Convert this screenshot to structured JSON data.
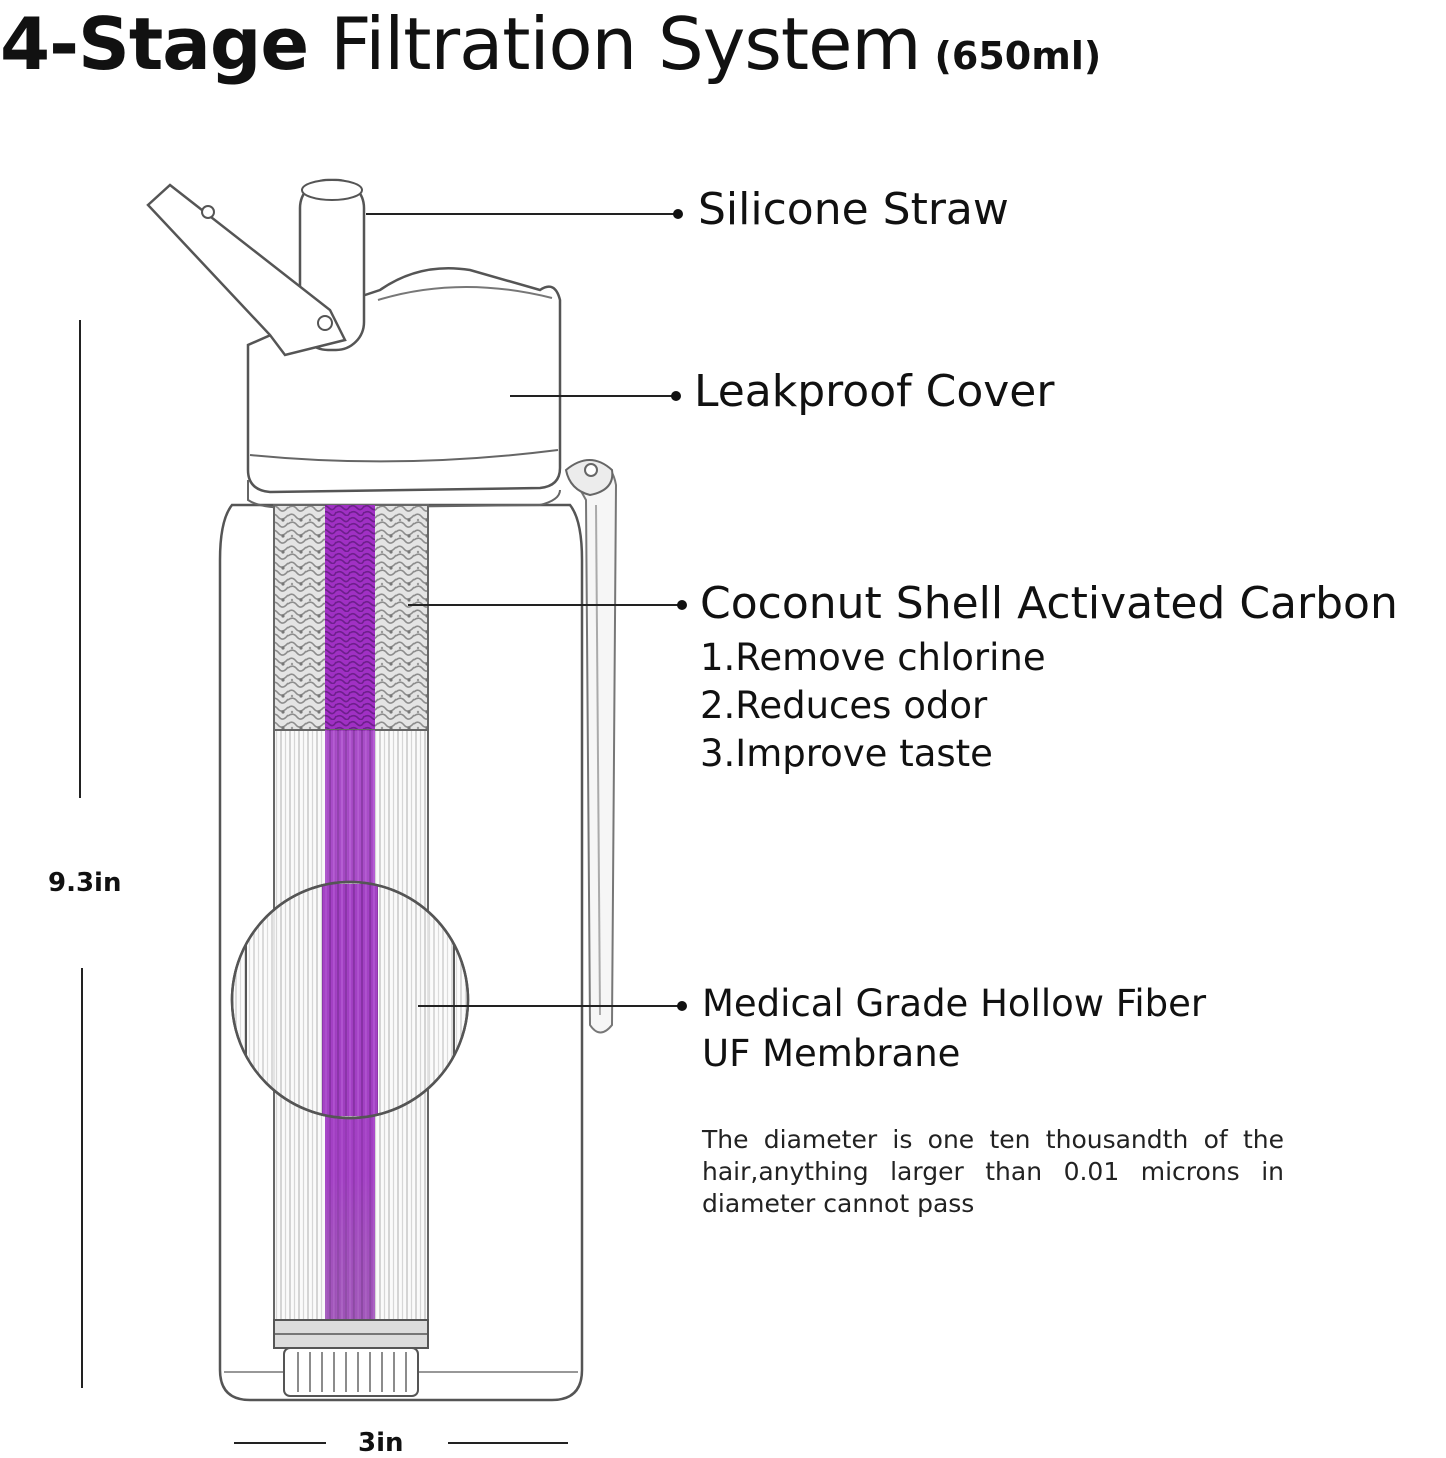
{
  "title": {
    "main_bold": "4-Stage",
    "main_rest": " Filtration System",
    "capacity": "(650ml)"
  },
  "components": [
    {
      "id": "straw",
      "label": "Silicone Straw"
    },
    {
      "id": "cover",
      "label": "Leakproof Cover"
    },
    {
      "id": "carbon",
      "label": "Coconut Shell Activated Carbon",
      "benefits": [
        "1.Remove chlorine",
        "2.Reduces odor",
        "3.Improve taste"
      ]
    },
    {
      "id": "membrane",
      "label_line1": "Medical Grade Hollow Fiber",
      "label_line2": "UF Membrane",
      "description": "The diameter is one ten thousandth of the hair,anything larger than 0.01 microns in diameter cannot pass"
    }
  ],
  "dimensions": {
    "height": "9.3in",
    "width": "3in"
  },
  "colors": {
    "outline": "#555555",
    "core": "#9b2fbf",
    "core_dark": "#6e1f8c",
    "carbon": "#cfcfcf",
    "membrane_fiber": "#bcbcbc"
  }
}
